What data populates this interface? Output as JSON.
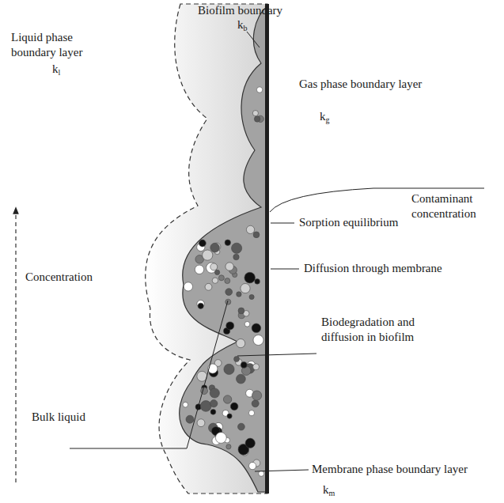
{
  "diagram": {
    "labels": [
      "Biofilm boundary",
      "kb",
      "Liquid phase boundary layer",
      "kl",
      "Gas phase boundary layer",
      "kg",
      "Contaminant concentration",
      "Sorption equilibrium",
      "Concentration",
      "Diffusion through membrane",
      "Biodegradation and diffusion in biofilm",
      "Bulk liquid",
      "Membrane phase boundary layer",
      "km"
    ]
  }
}
